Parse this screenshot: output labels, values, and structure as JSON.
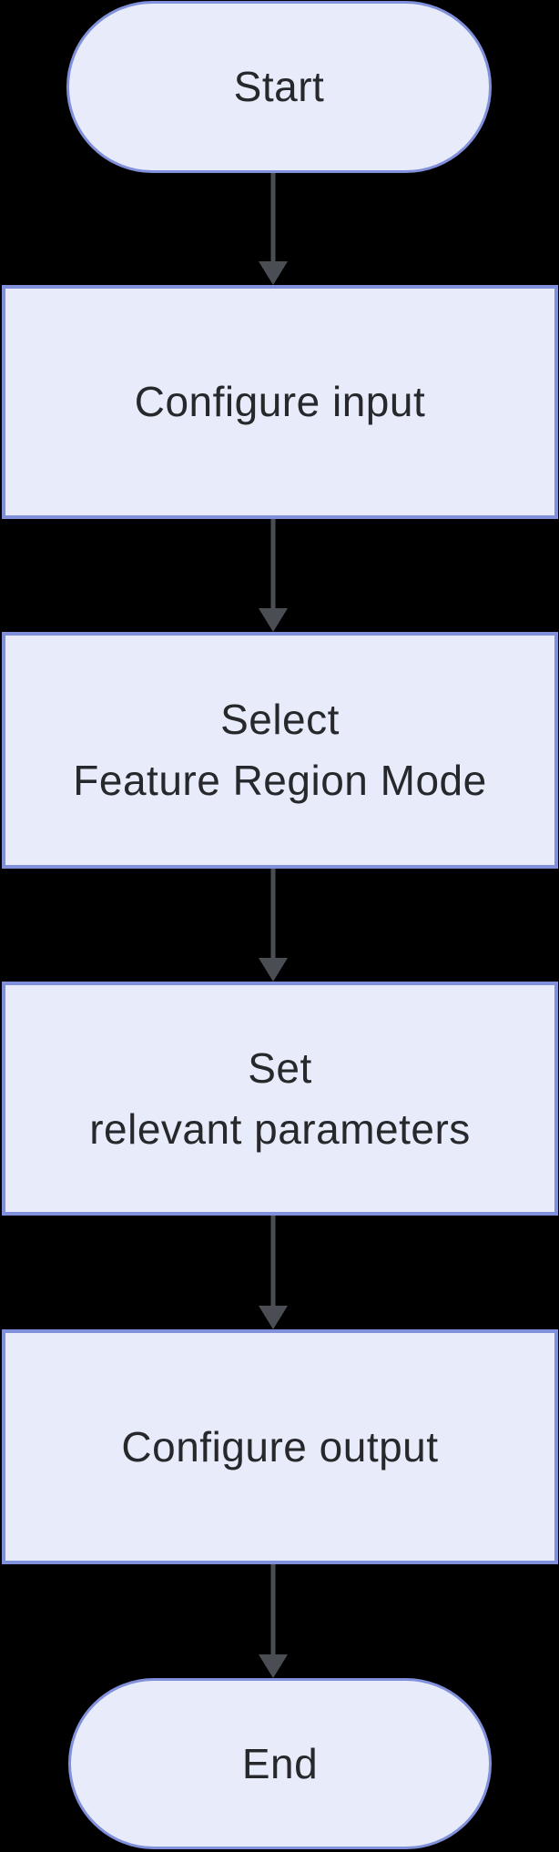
{
  "diagram": {
    "type": "flowchart",
    "direction": "top-down",
    "colors": {
      "background": "#000000",
      "node_fill": "#e8ecfa",
      "node_border": "#8190db",
      "text_color": "#26282b",
      "arrow_color": "#4a4e54"
    },
    "nodes": [
      {
        "id": "start",
        "shape": "stadium",
        "lines": {
          "line1": "Start"
        }
      },
      {
        "id": "configure-input",
        "shape": "rect",
        "lines": {
          "line1": "Configure input"
        }
      },
      {
        "id": "select-feature-region-mode",
        "shape": "rect",
        "lines": {
          "line1": "Select",
          "line2": "Feature Region Mode"
        }
      },
      {
        "id": "set-relevant-parameters",
        "shape": "rect",
        "lines": {
          "line1": "Set",
          "line2": "relevant parameters"
        }
      },
      {
        "id": "configure-output",
        "shape": "rect",
        "lines": {
          "line1": "Configure output"
        }
      },
      {
        "id": "end",
        "shape": "stadium",
        "lines": {
          "line1": "End"
        }
      }
    ],
    "edges": [
      {
        "from": "start",
        "to": "configure-input"
      },
      {
        "from": "configure-input",
        "to": "select-feature-region-mode"
      },
      {
        "from": "select-feature-region-mode",
        "to": "set-relevant-parameters"
      },
      {
        "from": "set-relevant-parameters",
        "to": "configure-output"
      },
      {
        "from": "configure-output",
        "to": "end"
      }
    ]
  }
}
